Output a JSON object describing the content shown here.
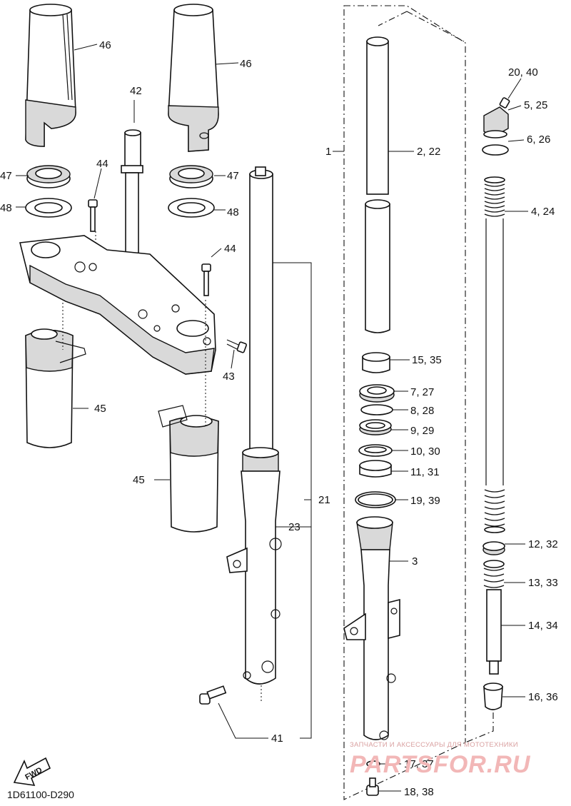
{
  "diagram": {
    "code": "1D61100-D290",
    "fwd_label": "FWD",
    "watermark": {
      "tagline": "ЗАПЧАСТИ И АКСЕССУАРЫ ДЛЯ МОТОТЕХНИКИ",
      "brand": "PARTSFOR.RU"
    },
    "callouts": {
      "c1": "1",
      "c2": "2, 22",
      "c3": "3",
      "c4": "4, 24",
      "c5": "5, 25",
      "c6": "6, 26",
      "c7": "7, 27",
      "c8": "8, 28",
      "c9": "9, 29",
      "c10": "10, 30",
      "c11": "11, 31",
      "c12": "12, 32",
      "c13": "13, 33",
      "c14": "14, 34",
      "c15": "15, 35",
      "c16": "16, 36",
      "c17": "17, 37",
      "c18": "18, 38",
      "c19": "19, 39",
      "c20": "20, 40",
      "c21": "21",
      "c23": "23",
      "c41": "41",
      "c42": "42",
      "c43": "43",
      "c44a": "44",
      "c44b": "44",
      "c45a": "45",
      "c45b": "45",
      "c46a": "46",
      "c46b": "46",
      "c47a": "47",
      "c47b": "47",
      "c48a": "48",
      "c48b": "48"
    }
  }
}
